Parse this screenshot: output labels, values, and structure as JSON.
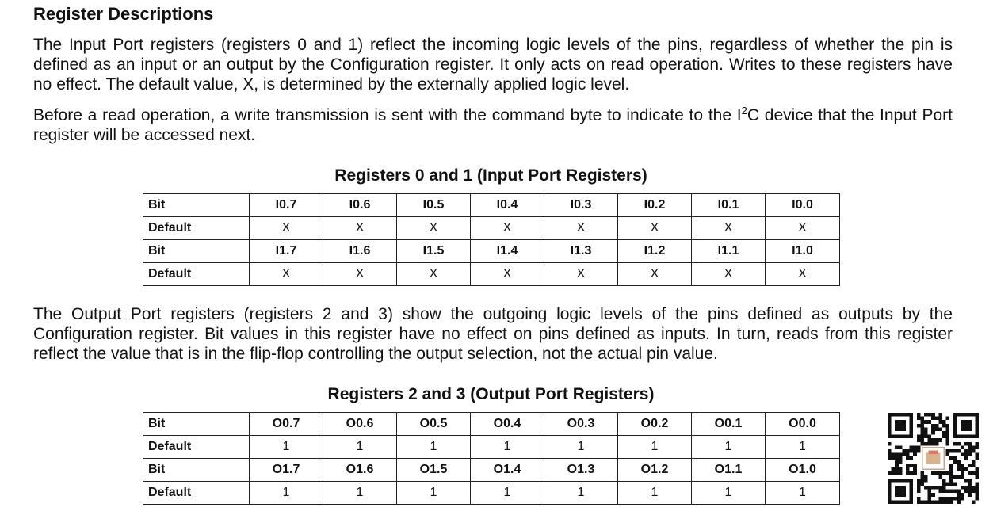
{
  "heading": "Register Descriptions",
  "paragraphs": {
    "p1": "The Input Port registers (registers 0 and 1) reflect the incoming logic levels of the pins, regardless of whether the pin is defined as an input or an output by the Configuration register. It only acts on read operation. Writes to these registers have no effect. The default value, X, is determined by the externally applied logic level.",
    "p2_before": "Before a read operation, a write transmission is sent with the command byte to indicate to the I",
    "p2_sup": "2",
    "p2_after": "C device that the Input Port register will be accessed next.",
    "p3": "The Output Port registers (registers 2 and 3) show the outgoing logic levels of the pins defined as outputs by the Configuration register. Bit values in this register have no effect on pins defined as inputs. In turn, reads from this register reflect the value that is in the flip-flop controlling the output selection, not the actual pin value."
  },
  "table1": {
    "title": "Registers 0 and 1 (Input Port Registers)",
    "rows": [
      {
        "label": "Bit",
        "cells": [
          "I0.7",
          "I0.6",
          "I0.5",
          "I0.4",
          "I0.3",
          "I0.2",
          "I0.1",
          "I0.0"
        ]
      },
      {
        "label": "Default",
        "cells": [
          "X",
          "X",
          "X",
          "X",
          "X",
          "X",
          "X",
          "X"
        ]
      },
      {
        "label": "Bit",
        "cells": [
          "I1.7",
          "I1.6",
          "I1.5",
          "I1.4",
          "I1.3",
          "I1.2",
          "I1.1",
          "I1.0"
        ]
      },
      {
        "label": "Default",
        "cells": [
          "X",
          "X",
          "X",
          "X",
          "X",
          "X",
          "X",
          "X"
        ]
      }
    ]
  },
  "table2": {
    "title": "Registers 2 and 3 (Output Port Registers)",
    "rows": [
      {
        "label": "Bit",
        "cells": [
          "O0.7",
          "O0.6",
          "O0.5",
          "O0.4",
          "O0.3",
          "O0.2",
          "O0.1",
          "O0.0"
        ]
      },
      {
        "label": "Default",
        "cells": [
          "1",
          "1",
          "1",
          "1",
          "1",
          "1",
          "1",
          "1"
        ]
      },
      {
        "label": "Bit",
        "cells": [
          "O1.7",
          "O1.6",
          "O1.5",
          "O1.4",
          "O1.3",
          "O1.2",
          "O1.1",
          "O1.0"
        ]
      },
      {
        "label": "Default",
        "cells": [
          "1",
          "1",
          "1",
          "1",
          "1",
          "1",
          "1",
          "1"
        ]
      }
    ]
  },
  "qr_code": {
    "icon": "qr-code-icon"
  }
}
